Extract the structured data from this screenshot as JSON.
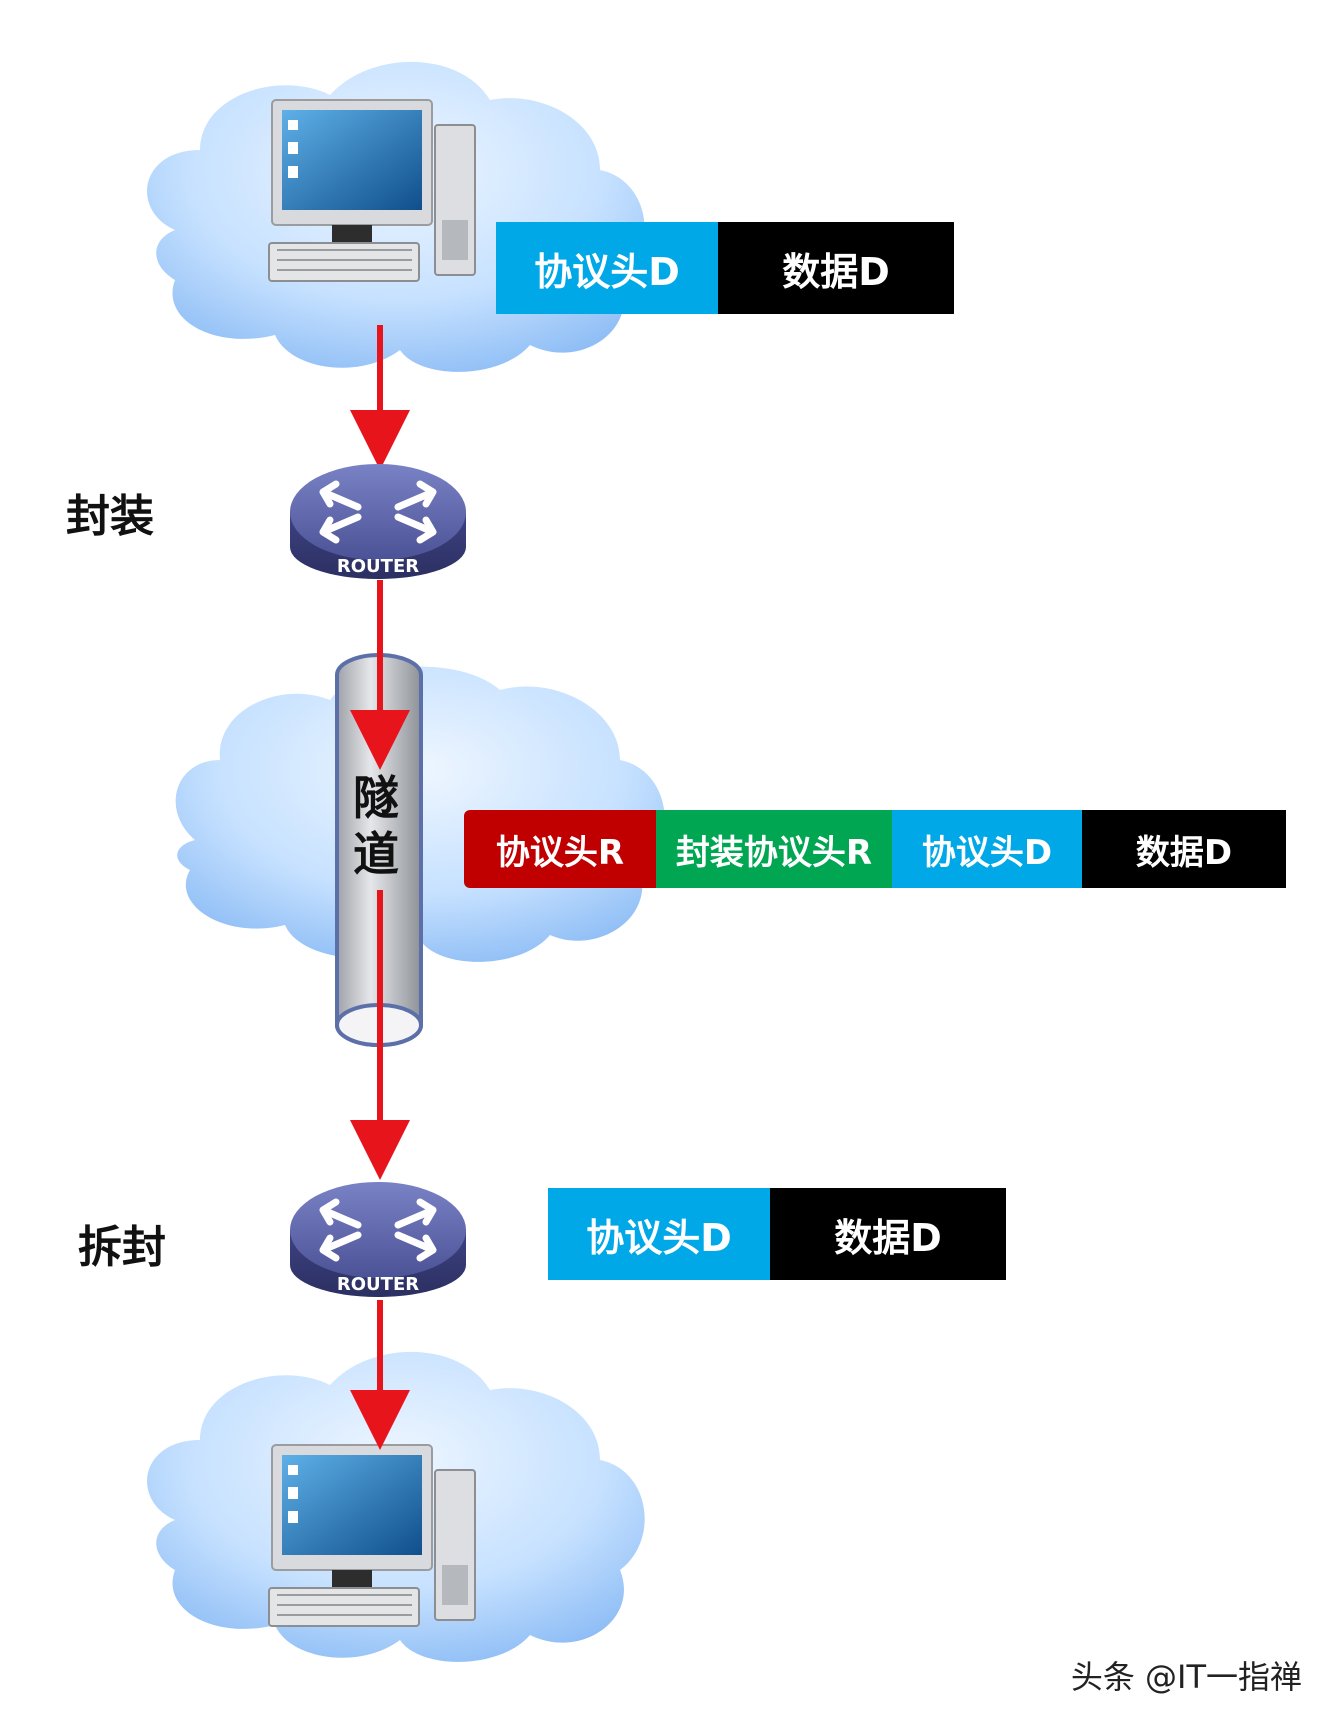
{
  "labels": {
    "encapsulate": "封装",
    "decapsulate": "拆封",
    "tunnel_char1": "隧",
    "tunnel_char2": "道",
    "router_text": "ROUTER",
    "watermark": "头条 @IT一指禅"
  },
  "packets": {
    "top": [
      {
        "text": "协议头D",
        "color": "#00a8e8"
      },
      {
        "text": "数据D",
        "color": "#000000"
      }
    ],
    "middle": [
      {
        "text": "协议头R",
        "color": "#c00000"
      },
      {
        "text": "封装协议头R",
        "color": "#00a651"
      },
      {
        "text": "协议头D",
        "color": "#00a8e8"
      },
      {
        "text": "数据D",
        "color": "#000000"
      }
    ],
    "bottom": [
      {
        "text": "协议头D",
        "color": "#00a8e8"
      },
      {
        "text": "数据D",
        "color": "#000000"
      }
    ]
  },
  "colors": {
    "arrow": "#e8141c",
    "cloud": "#b6d9ff",
    "router": "#5a62a8",
    "tunnel": "#c7c7cc"
  },
  "icons": [
    "cloud-icon",
    "computer-icon",
    "router-icon",
    "tunnel-pipe-icon"
  ]
}
